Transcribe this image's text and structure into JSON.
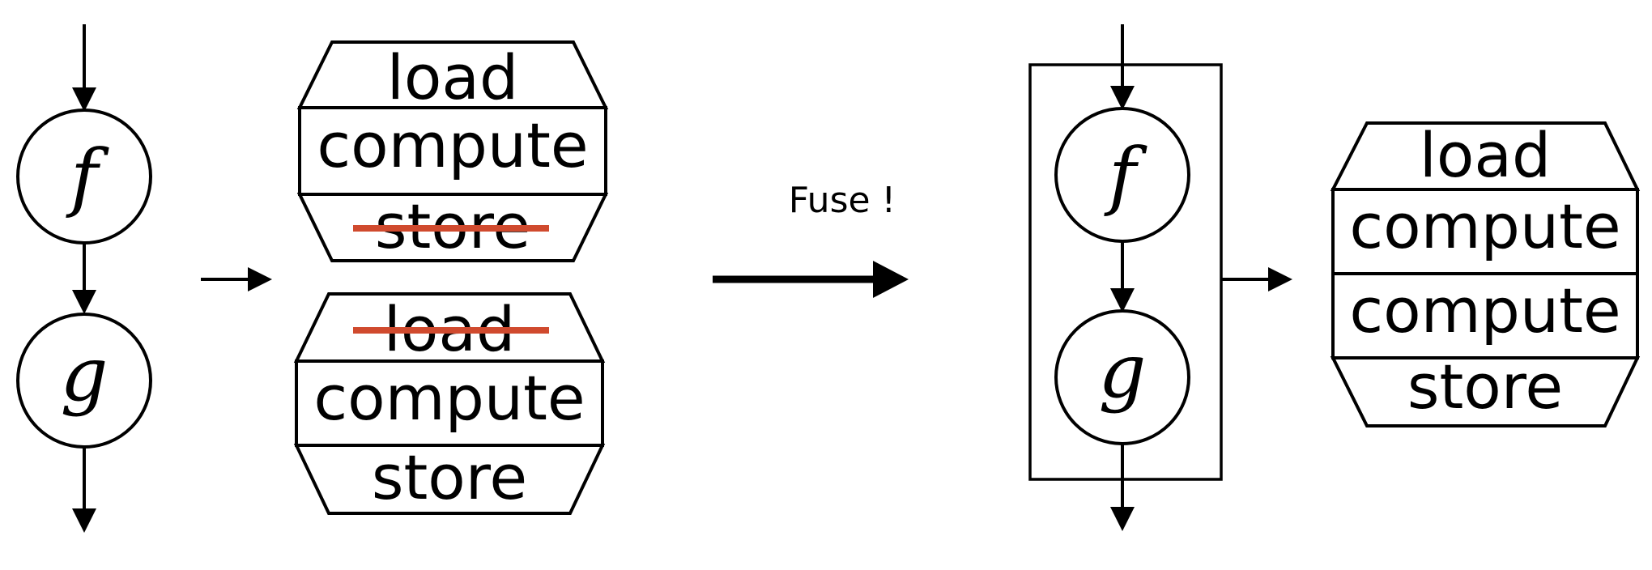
{
  "colors": {
    "line": "#000000",
    "strike": "#D04A2E",
    "background": "#FFFFFF"
  },
  "left_graph": {
    "node_top": "f",
    "node_bottom": "g"
  },
  "left_kernels": {
    "kernel_f": {
      "load": "load",
      "compute": "compute",
      "store": "store",
      "store_struck": true
    },
    "kernel_g": {
      "load": "load",
      "compute": "compute",
      "store": "store",
      "load_struck": true
    }
  },
  "fuse_arrow": {
    "label": "Fuse !"
  },
  "right_graph": {
    "node_top": "f",
    "node_bottom": "g",
    "grouped": true
  },
  "fused_kernel": {
    "load": "load",
    "compute_1": "compute",
    "compute_2": "compute",
    "store": "store"
  }
}
